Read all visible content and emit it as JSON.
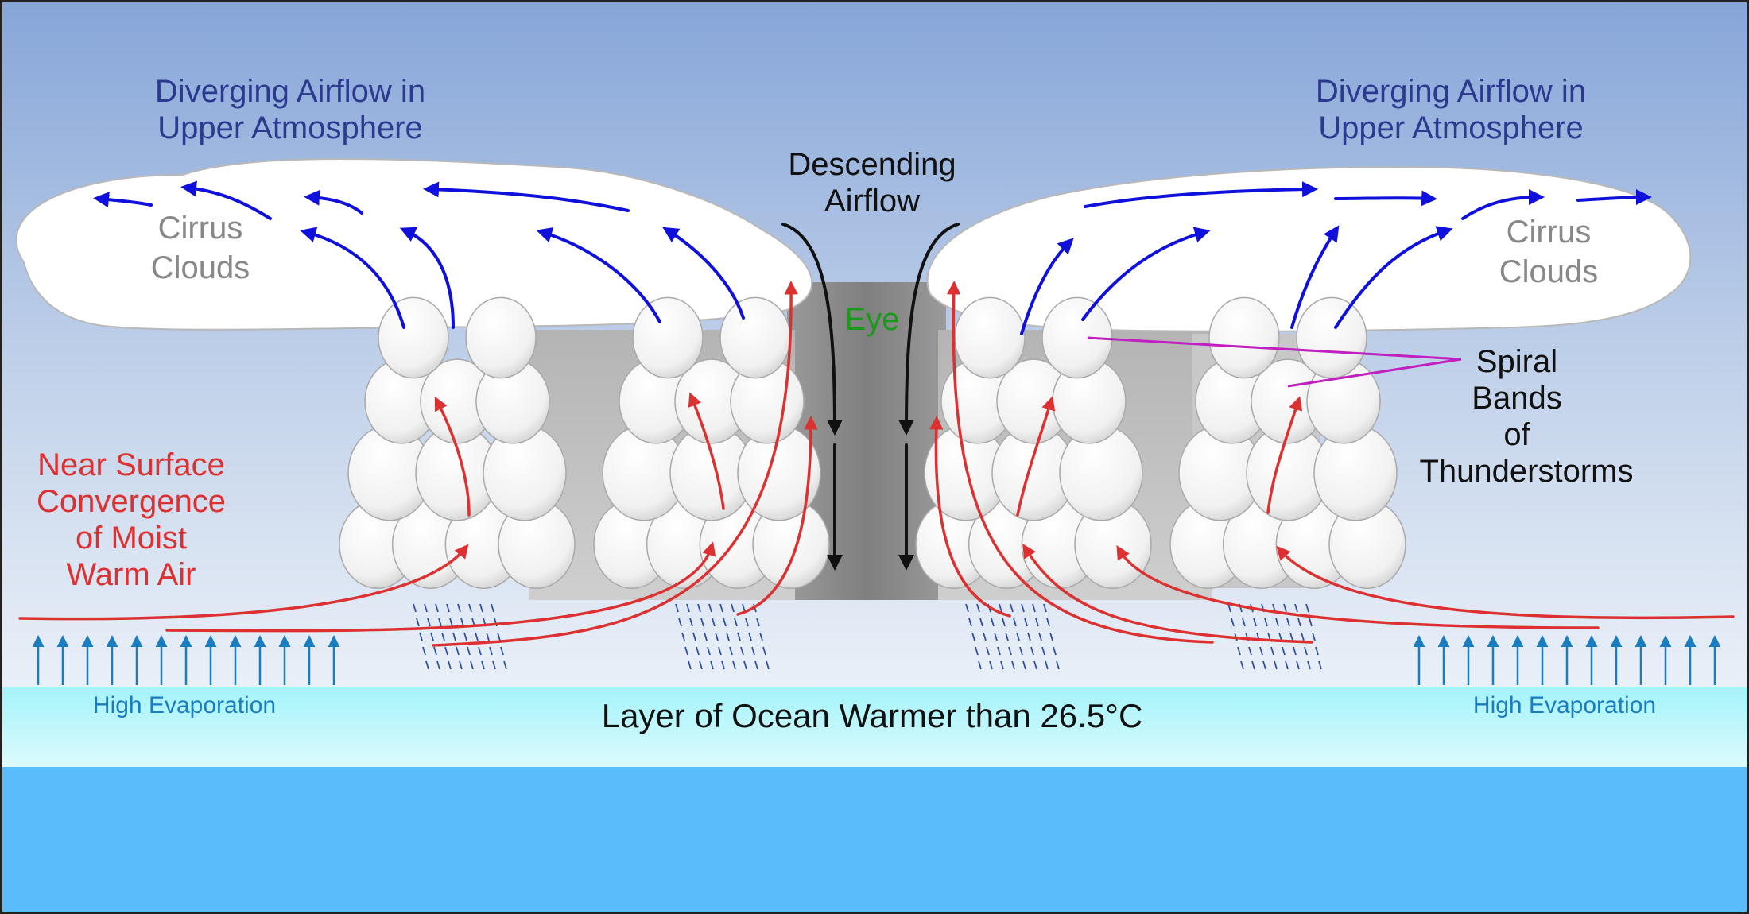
{
  "labels": {
    "diverging_left_line1": "Diverging Airflow in",
    "diverging_left_line2": "Upper Atmosphere",
    "diverging_right_line1": "Diverging Airflow in",
    "diverging_right_line2": "Upper Atmosphere",
    "cirrus_left_line1": "Cirrus",
    "cirrus_left_line2": "Clouds",
    "cirrus_right_line1": "Cirrus",
    "cirrus_right_line2": "Clouds",
    "descending_line1": "Descending",
    "descending_line2": "Airflow",
    "eye": "Eye",
    "spiral_line1": "Spiral",
    "spiral_line2": "Bands",
    "spiral_line3": "of",
    "spiral_line4": "Thunderstorms",
    "convergence_line1": "Near Surface",
    "convergence_line2": "Convergence",
    "convergence_line3": "of Moist",
    "convergence_line4": "Warm Air",
    "evaporation_left": "High Evaporation",
    "evaporation_right": "High Evaporation",
    "ocean_layer": "Layer of Ocean Warmer than 26.5°C"
  },
  "colors": {
    "sky_top": "#86a5d8",
    "sky_bottom": "#e8eef8",
    "ocean_warm": "#aaf2f8",
    "ocean_deep": "#5abcfb",
    "upper_flow": "#1010dd",
    "surface_flow": "#dd3030",
    "descending_flow": "#111111",
    "eye_text": "#1a9a1a",
    "diverging_text": "#2b3a8f",
    "cirrus_text": "#888888",
    "convergence_text": "#dd3030",
    "evaporation": "#1a7dc0",
    "spiral_pointer": "#c020c0"
  }
}
